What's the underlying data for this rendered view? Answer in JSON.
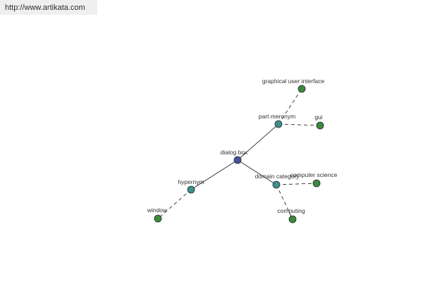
{
  "header": {
    "url": "http://www.artikata.com"
  },
  "colors": {
    "center_node": "#4a4e9c",
    "relation_node": "#3f8f8c",
    "term_node": "#3c8a3c",
    "edge": "#2b2b2b",
    "node_stroke": "#2a2a2a"
  },
  "graph": {
    "nodes": [
      {
        "id": "dialog_box",
        "label": "dialog box",
        "kind": "center"
      },
      {
        "id": "part_meronym",
        "label": "part meronym",
        "kind": "relation"
      },
      {
        "id": "domain_category",
        "label": "domain category",
        "kind": "relation"
      },
      {
        "id": "hypernym",
        "label": "hypernym",
        "kind": "relation"
      },
      {
        "id": "gui_full",
        "label": "graphical user interface",
        "kind": "term"
      },
      {
        "id": "gui",
        "label": "gui",
        "kind": "term"
      },
      {
        "id": "computer_science",
        "label": "computer science",
        "kind": "term"
      },
      {
        "id": "computing",
        "label": "computing",
        "kind": "term"
      },
      {
        "id": "window",
        "label": "window",
        "kind": "term"
      }
    ],
    "edges": [
      {
        "from": "dialog_box",
        "to": "part_meronym",
        "style": "solid"
      },
      {
        "from": "dialog_box",
        "to": "domain_category",
        "style": "solid"
      },
      {
        "from": "dialog_box",
        "to": "hypernym",
        "style": "solid"
      },
      {
        "from": "part_meronym",
        "to": "gui_full",
        "style": "dashed"
      },
      {
        "from": "part_meronym",
        "to": "gui",
        "style": "dashed"
      },
      {
        "from": "domain_category",
        "to": "computer_science",
        "style": "dashed"
      },
      {
        "from": "domain_category",
        "to": "computing",
        "style": "dashed"
      },
      {
        "from": "hypernym",
        "to": "window",
        "style": "dashed"
      }
    ]
  }
}
